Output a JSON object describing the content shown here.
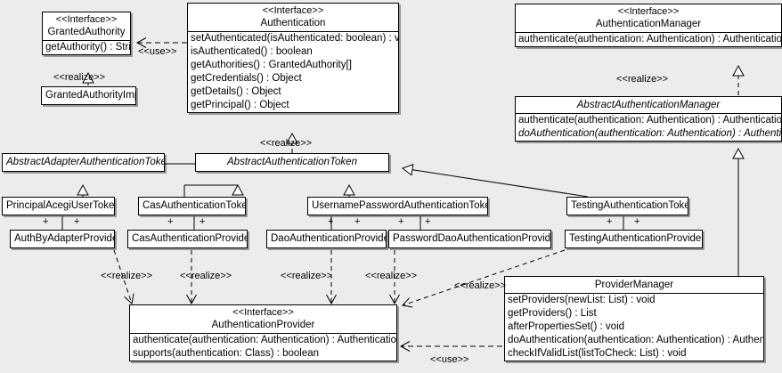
{
  "diagram": {
    "kind": "uml-class-diagram",
    "background": "#ececec",
    "line_color": "#000000",
    "box_fill": "#ffffff"
  },
  "classes": {
    "granted_authority": {
      "stereotype": "<<Interface>>",
      "name": "GrantedAuthority",
      "members": [
        "getAuthority() : String"
      ]
    },
    "granted_authority_impl": {
      "name": "GrantedAuthorityImpl",
      "members": []
    },
    "authentication": {
      "stereotype": "<<Interface>>",
      "name": "Authentication",
      "members": [
        "setAuthenticated(isAuthenticated: boolean) : void",
        "isAuthenticated() : boolean",
        "getAuthorities() : GrantedAuthority[]",
        "getCredentials() : Object",
        "getDetails() : Object",
        "getPrincipal() : Object"
      ]
    },
    "authentication_manager": {
      "stereotype": "<<Interface>>",
      "name": "AuthenticationManager",
      "members": [
        "authenticate(authentication: Authentication) : Authentication"
      ]
    },
    "abstract_authentication_manager": {
      "name": "AbstractAuthenticationManager",
      "members": [
        "authenticate(authentication: Authentication) : Authentication",
        "doAuthentication(authentication: Authentication) : Authentication"
      ]
    },
    "abstract_adapter_authentication_token": {
      "name": "AbstractAdapterAuthenticationToken",
      "members": []
    },
    "abstract_authentication_token": {
      "name": "AbstractAuthenticationToken",
      "members": []
    },
    "principal_acegi_user_token": {
      "name": "PrincipalAcegiUserToken",
      "members": []
    },
    "cas_authentication_token": {
      "name": "CasAuthenticationToken",
      "members": []
    },
    "username_password_authentication_token": {
      "name": "UsernamePasswordAuthenticationToken",
      "members": []
    },
    "testing_authentication_token": {
      "name": "TestingAuthenticationToken",
      "members": []
    },
    "auth_by_adapter_provider": {
      "name": "AuthByAdapterProvider",
      "members": []
    },
    "cas_authentication_provider": {
      "name": "CasAuthenticationProvider",
      "members": []
    },
    "dao_authentication_provider": {
      "name": "DaoAuthenticationProvider",
      "members": []
    },
    "password_dao_authentication_provider": {
      "name": "PasswordDaoAuthenticationProvider",
      "members": []
    },
    "testing_authentication_provider": {
      "name": "TestingAuthenticationProvider",
      "members": []
    },
    "authentication_provider": {
      "stereotype": "<<Interface>>",
      "name": "AuthenticationProvider",
      "members": [
        "authenticate(authentication: Authentication) : Authentication",
        "supports(authentication: Class) : boolean"
      ]
    },
    "provider_manager": {
      "name": "ProviderManager",
      "members": [
        "setProviders(newList: List) : void",
        "getProviders() : List",
        "afterPropertiesSet() : void",
        "doAuthentication(authentication: Authentication) : Authentication",
        "checkIfValidList(listToCheck: List) : void"
      ]
    }
  },
  "edge_labels": {
    "use_authentication_granted": "<<use>>",
    "realize_granted_authority_impl": "<<realize>>",
    "realize_abstract_auth_token": "<<realize>>",
    "realize_abstract_auth_manager": "<<realize>>",
    "realize_auth_by_adapter": "<<realize>>",
    "realize_cas_provider": "<<realize>>",
    "realize_dao_provider": "<<realize>>",
    "realize_password_dao_provider": "<<realize>>",
    "realize_testing_provider": "<<realize>>",
    "use_provider_manager": "<<use>>"
  },
  "multiplicities": {
    "plus": "+"
  }
}
